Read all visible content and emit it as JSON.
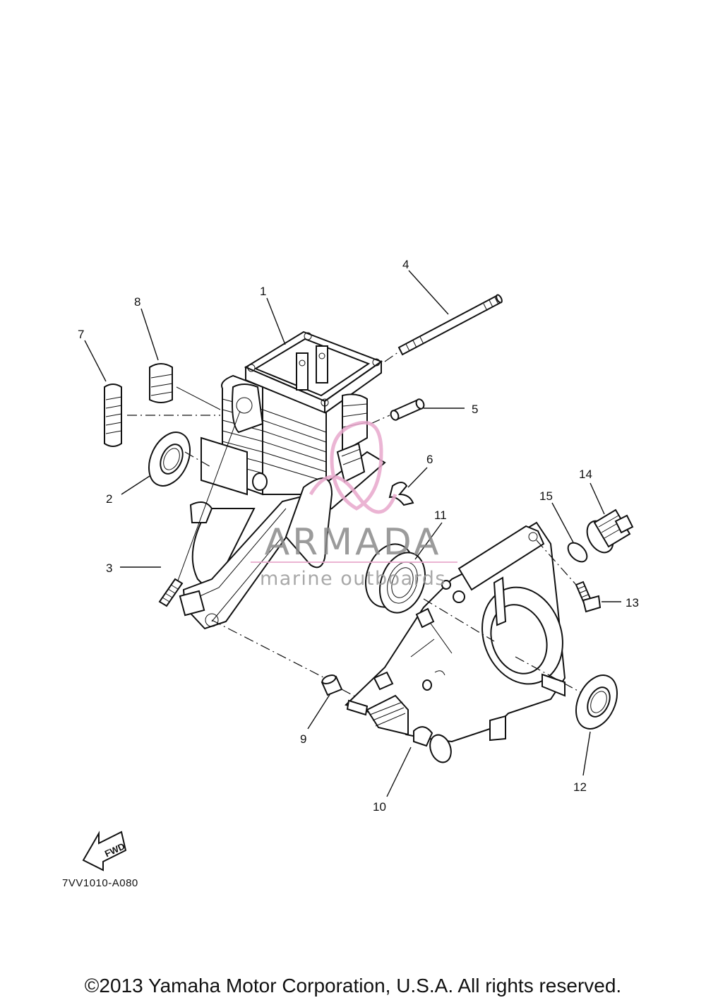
{
  "callouts": {
    "c1": "1",
    "c2": "2",
    "c3": "3",
    "c4": "4",
    "c5": "5",
    "c6": "6",
    "c7": "7",
    "c8": "8",
    "c9": "9",
    "c10": "10",
    "c11": "11",
    "c12": "12",
    "c13": "13",
    "c14": "14",
    "c15": "15"
  },
  "fwd_arrow": {
    "label": "FWD",
    "icon": "fwd-arrow-icon"
  },
  "watermark": {
    "brand": "ARMADA",
    "tagline": "marine outboards",
    "accent_color": "#e8a8cc",
    "text_color": "#8a8a8a"
  },
  "reference_code": "7VV1010-A080",
  "copyright": "©2013 Yamaha Motor Corporation, U.S.A. All rights reserved."
}
